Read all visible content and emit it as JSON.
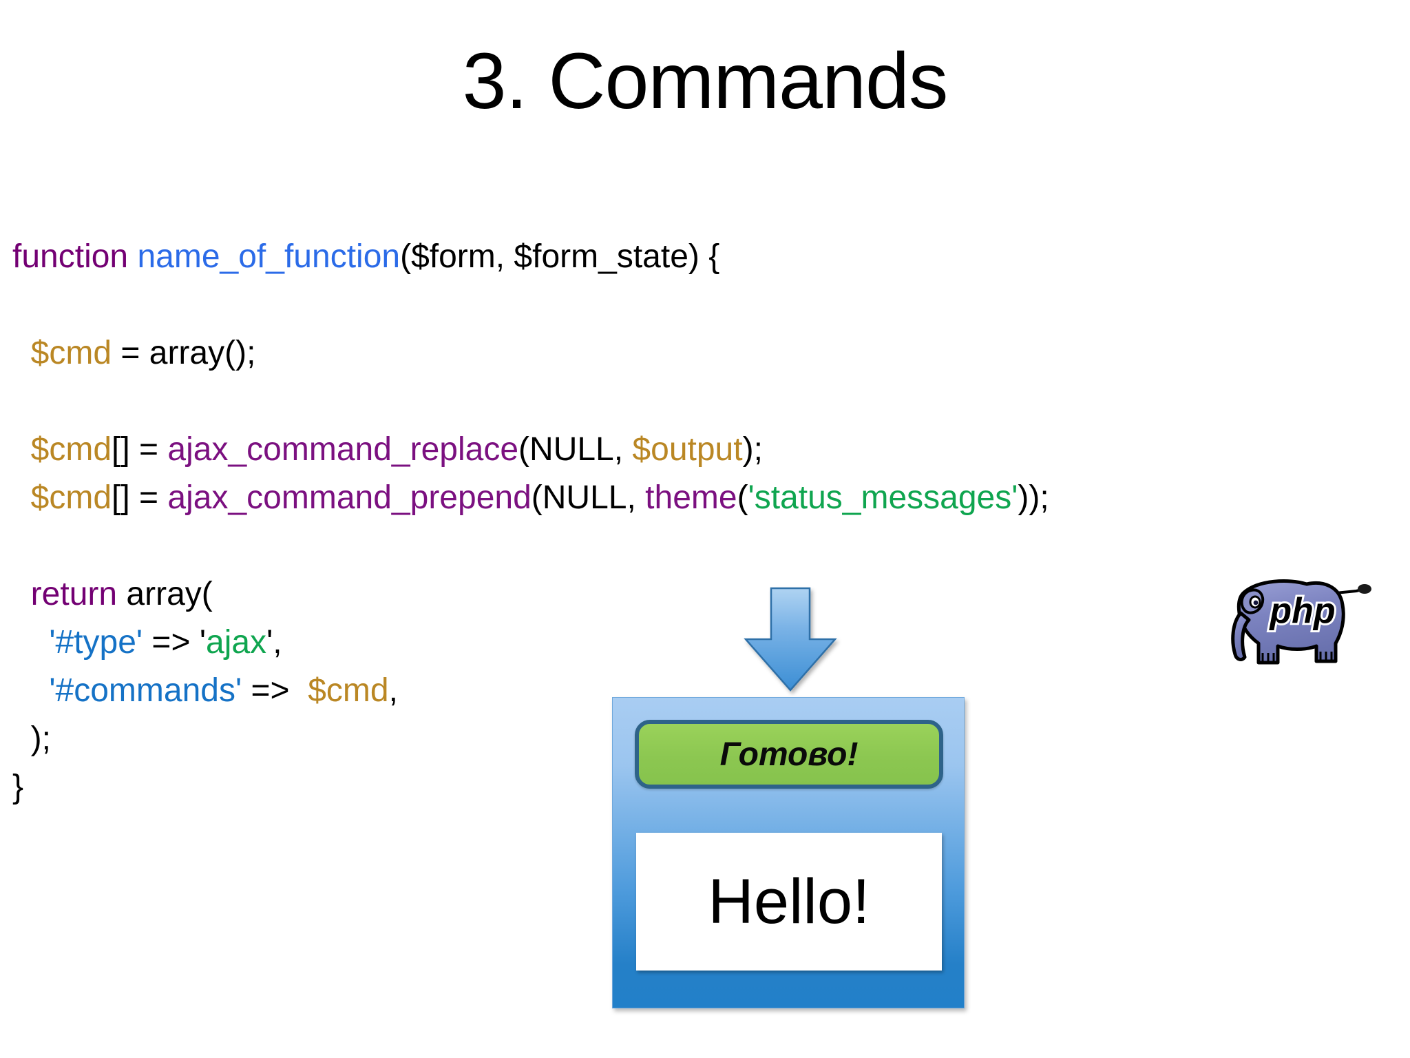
{
  "slide": {
    "title": "3. Commands",
    "background_color": "#ffffff"
  },
  "code": {
    "language": "php",
    "colors": {
      "keyword": "#730073",
      "function_name": "#2B6BE8",
      "variable": "#BA8724",
      "function_call": "#7B1080",
      "string": "#0FA54F",
      "array_key": "#1572C6",
      "plain": "#000000"
    },
    "lines": [
      {
        "id": "line-1",
        "tokens": [
          {
            "t": "function",
            "c": "kw"
          },
          {
            "t": " ",
            "c": "plain"
          },
          {
            "t": "name_of_function",
            "c": "fnname"
          },
          {
            "t": "($form, $form_state) {",
            "c": "plain"
          }
        ]
      },
      {
        "id": "line-2",
        "tokens": []
      },
      {
        "id": "line-3",
        "tokens": [
          {
            "t": "  ",
            "c": "plain"
          },
          {
            "t": "$cmd",
            "c": "var"
          },
          {
            "t": " = array();",
            "c": "plain"
          }
        ]
      },
      {
        "id": "line-4",
        "tokens": []
      },
      {
        "id": "line-5",
        "tokens": [
          {
            "t": "  ",
            "c": "plain"
          },
          {
            "t": "$cmd",
            "c": "var"
          },
          {
            "t": "[] = ",
            "c": "plain"
          },
          {
            "t": "ajax_command_replace",
            "c": "call"
          },
          {
            "t": "(NULL, ",
            "c": "plain"
          },
          {
            "t": "$output",
            "c": "var"
          },
          {
            "t": ");",
            "c": "plain"
          }
        ]
      },
      {
        "id": "line-6",
        "tokens": [
          {
            "t": "  ",
            "c": "plain"
          },
          {
            "t": "$cmd",
            "c": "var"
          },
          {
            "t": "[] = ",
            "c": "plain"
          },
          {
            "t": "ajax_command_prepend",
            "c": "call"
          },
          {
            "t": "(NULL, ",
            "c": "plain"
          },
          {
            "t": "theme",
            "c": "call"
          },
          {
            "t": "(",
            "c": "plain"
          },
          {
            "t": "'status_messages'",
            "c": "str"
          },
          {
            "t": "));",
            "c": "plain"
          }
        ]
      },
      {
        "id": "line-7",
        "tokens": []
      },
      {
        "id": "line-8",
        "tokens": [
          {
            "t": "  ",
            "c": "plain"
          },
          {
            "t": "return",
            "c": "kw"
          },
          {
            "t": " array(",
            "c": "plain"
          }
        ]
      },
      {
        "id": "line-9",
        "tokens": [
          {
            "t": "    ",
            "c": "plain"
          },
          {
            "t": "'#type'",
            "c": "key"
          },
          {
            "t": " => '",
            "c": "plain"
          },
          {
            "t": "ajax",
            "c": "str"
          },
          {
            "t": "',",
            "c": "plain"
          }
        ]
      },
      {
        "id": "line-10",
        "tokens": [
          {
            "t": "    ",
            "c": "plain"
          },
          {
            "t": "'#commands'",
            "c": "key"
          },
          {
            "t": " =>  ",
            "c": "plain"
          },
          {
            "t": "$cmd",
            "c": "var"
          },
          {
            "t": ",",
            "c": "plain"
          }
        ]
      },
      {
        "id": "line-11",
        "tokens": [
          {
            "t": "  );",
            "c": "plain"
          }
        ]
      },
      {
        "id": "line-12",
        "tokens": [
          {
            "t": "}",
            "c": "plain"
          }
        ]
      }
    ]
  },
  "arrow": {
    "icon": "arrow-down-icon",
    "fill_top": "#A3CDF0",
    "fill_bottom": "#3A8DD4",
    "stroke": "#2E6FA8"
  },
  "result_panel": {
    "status_message": "Готово!",
    "status_bg": "#8CC751",
    "status_border": "#2E6389",
    "output_text": "Hello!",
    "output_bg": "#FFFFFF",
    "panel_top_color": "#A9CDF2",
    "panel_bottom_color": "#2280C9"
  },
  "php_logo": {
    "icon": "php-elephant-icon",
    "label": "php",
    "body_color": "#7B82BE",
    "outline_color": "#000000"
  }
}
